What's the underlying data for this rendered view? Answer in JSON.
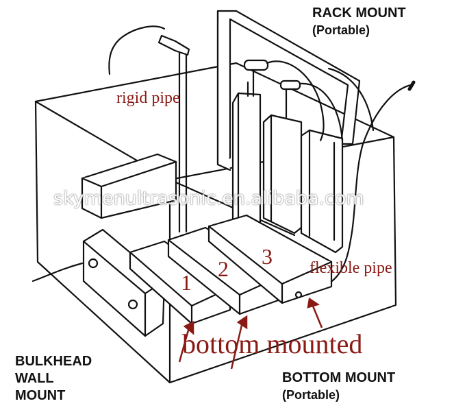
{
  "labels": {
    "rack_mount": "RACK MOUNT",
    "rack_mount_sub": "(Portable)",
    "rigid_pipe": "rigid pipe",
    "flexible_pipe": "flexible pipe",
    "bottom_mounted": "bottom mounted",
    "bulkhead_1": "BULKHEAD",
    "bulkhead_2": "WALL",
    "bulkhead_3": "MOUNT",
    "bottom_mount": "BOTTOM MOUNT",
    "bottom_mount_sub": "(Portable)",
    "num_1": "1",
    "num_2": "2",
    "num_3": "3"
  },
  "watermark": "skymenultrasonic.en.alibaba.com",
  "colors": {
    "line": "#111111",
    "annotation": "#8a1a14",
    "background": "#ffffff"
  }
}
